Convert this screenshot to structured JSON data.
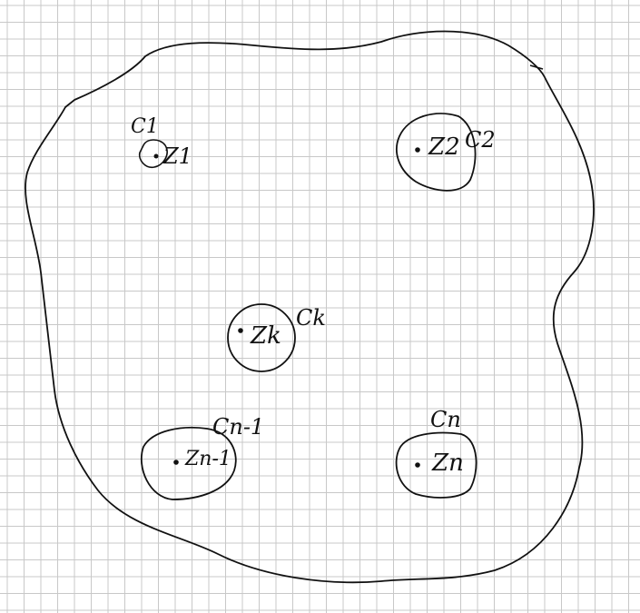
{
  "colors": {
    "paper": "#ffffff",
    "grid": "#c8c8c8",
    "ink": "#111111"
  },
  "labels": {
    "c1": "C1",
    "z1": "Z1",
    "c2": "C2",
    "z2": "Z2",
    "ck": "Ck",
    "zk": "Zk",
    "cn1": "Cn-1",
    "zn1": "Zn-1",
    "cn": "Cn",
    "zn": "Zn"
  }
}
